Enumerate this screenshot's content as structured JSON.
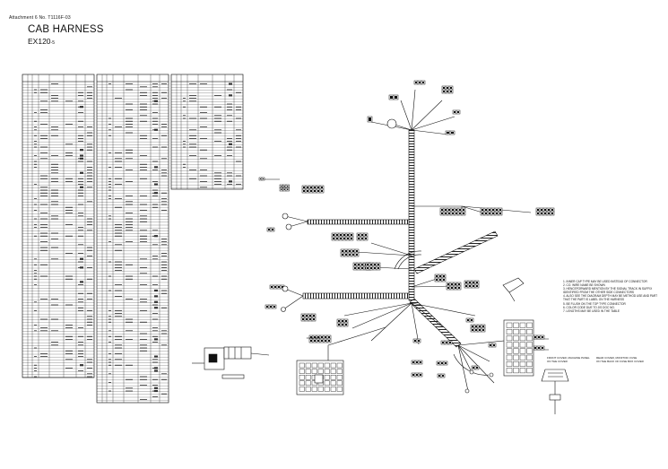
{
  "header": {
    "reference": "Attachment 6 No. T1116F-03",
    "title": "CAB HARNESS",
    "model": "EX120",
    "model_suffix": "-5"
  },
  "notes": [
    "1. INNER CAP TYPE MAY BE USED INSTEAD OF CONNECTOR",
    "2. CO. WIRE NAME BE SHOWN",
    "3. HENCEFORWARD MENTION BY THE SIGNAL TRACK IN SUFFIX",
    "   IDENTIFIED FROM THE OTHER SIDE CONNECTORS",
    "4. ALSO SEE THE DIAGRAM DEPTH MAY BE METHOD USE AND PART",
    "   THAT THE PART IS LABEL ON THE HARNESS",
    "5. BE FLUSH ON THE TOP TYPE CONNECTOR",
    "6. COLOR CODE DUE TO JIS DOC NO.",
    "7. LENGTHS MAY BE USED IN THE TABLE"
  ],
  "captions": {
    "front_cover": "FRONT COVER, MACHINE PANEL\nON THE COVER",
    "rear_cover": "REAR COVER, MONITOR, FUSE\nON THE BACK OF FUSE BOX COVER",
    "fuse_box": "FUSE BOX"
  }
}
